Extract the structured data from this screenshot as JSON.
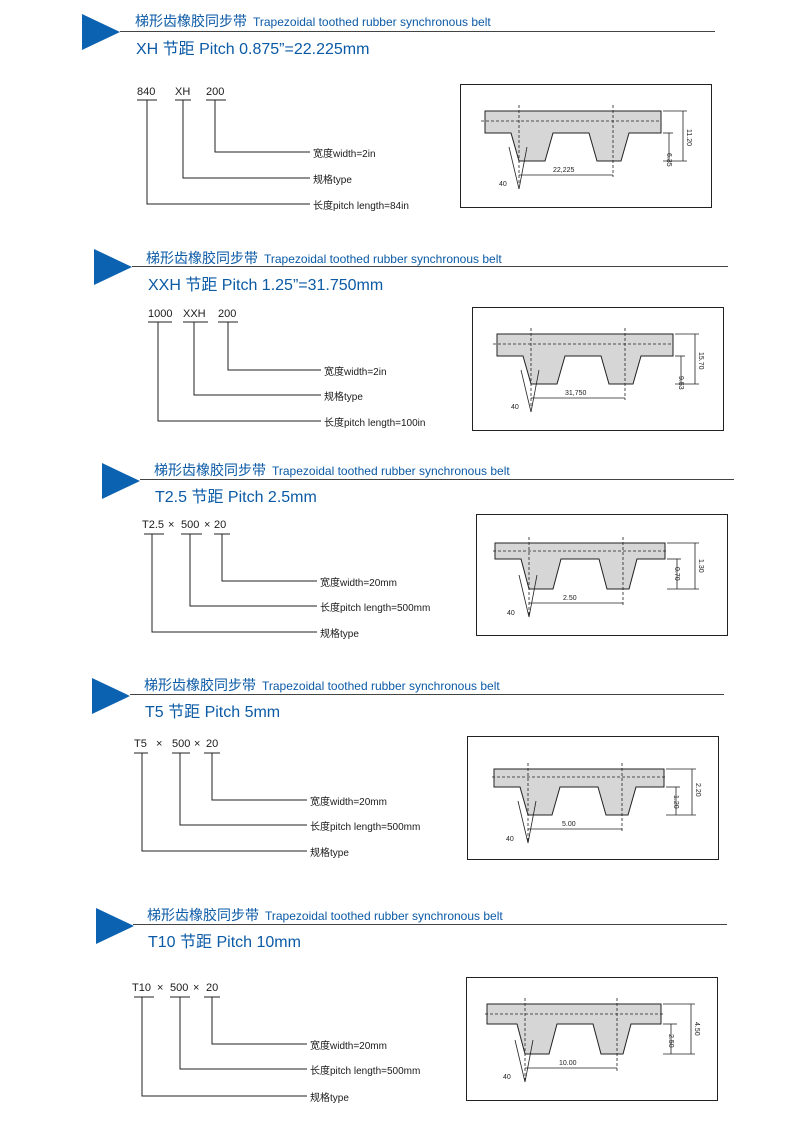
{
  "sections": [
    {
      "title_cn": "梯形齿橡胶同步带",
      "title_en": "Trapezoidal toothed rubber synchronous belt",
      "pitch_title": "XH 节距 Pitch 0.875”=22.225mm",
      "code_parts": [
        "840",
        "XH",
        "200"
      ],
      "separator": "",
      "descriptions": [
        "宽度width=2in",
        "规格type",
        "长度pitch length=84in"
      ],
      "dims": {
        "pitch": "22,225",
        "tooth_height": "6.35",
        "total_height": "11.20",
        "angle": "40"
      }
    },
    {
      "title_cn": "梯形齿橡胶同步带",
      "title_en": "Trapezoidal toothed rubber synchronous belt",
      "pitch_title": "XXH 节距 Pitch 1.25”=31.750mm",
      "code_parts": [
        "1000",
        "XXH",
        "200"
      ],
      "separator": "",
      "descriptions": [
        "宽度width=2in",
        "规格type",
        "长度pitch length=100in"
      ],
      "dims": {
        "pitch": "31,750",
        "tooth_height": "9.53",
        "total_height": "15.70",
        "angle": "40"
      }
    },
    {
      "title_cn": "梯形齿橡胶同步带",
      "title_en": "Trapezoidal toothed rubber synchronous belt",
      "pitch_title": "T2.5 节距 Pitch 2.5mm",
      "code_parts": [
        "T2.5",
        "500",
        "20"
      ],
      "separator": "×",
      "descriptions": [
        "宽度width=20mm",
        "长度pitch length=500mm",
        "规格type"
      ],
      "dims": {
        "pitch": "2.50",
        "tooth_height": "0.70",
        "total_height": "1.30",
        "angle": "40"
      }
    },
    {
      "title_cn": "梯形齿橡胶同步带",
      "title_en": "Trapezoidal toothed rubber synchronous belt",
      "pitch_title": "T5 节距 Pitch 5mm",
      "code_parts": [
        "T5",
        "500",
        "20"
      ],
      "separator": "×",
      "descriptions": [
        "宽度width=20mm",
        "长度pitch length=500mm",
        "规格type"
      ],
      "dims": {
        "pitch": "5.00",
        "tooth_height": "1.20",
        "total_height": "2.20",
        "angle": "40"
      }
    },
    {
      "title_cn": "梯形齿橡胶同步带",
      "title_en": "Trapezoidal toothed rubber synchronous belt",
      "pitch_title": "T10 节距 Pitch 10mm",
      "code_parts": [
        "T10",
        "500",
        "20"
      ],
      "separator": "×",
      "descriptions": [
        "宽度width=20mm",
        "长度pitch length=500mm",
        "规格type"
      ],
      "dims": {
        "pitch": "10.00",
        "tooth_height": "2.50",
        "total_height": "4.50",
        "angle": "40"
      }
    }
  ],
  "colors": {
    "accent": "#0b62b0",
    "title_text": "#0b5aa6",
    "belt_fill": "#d9d9d9",
    "line": "#222222"
  },
  "icons": {
    "section_marker": "triangle-arrow-icon"
  }
}
